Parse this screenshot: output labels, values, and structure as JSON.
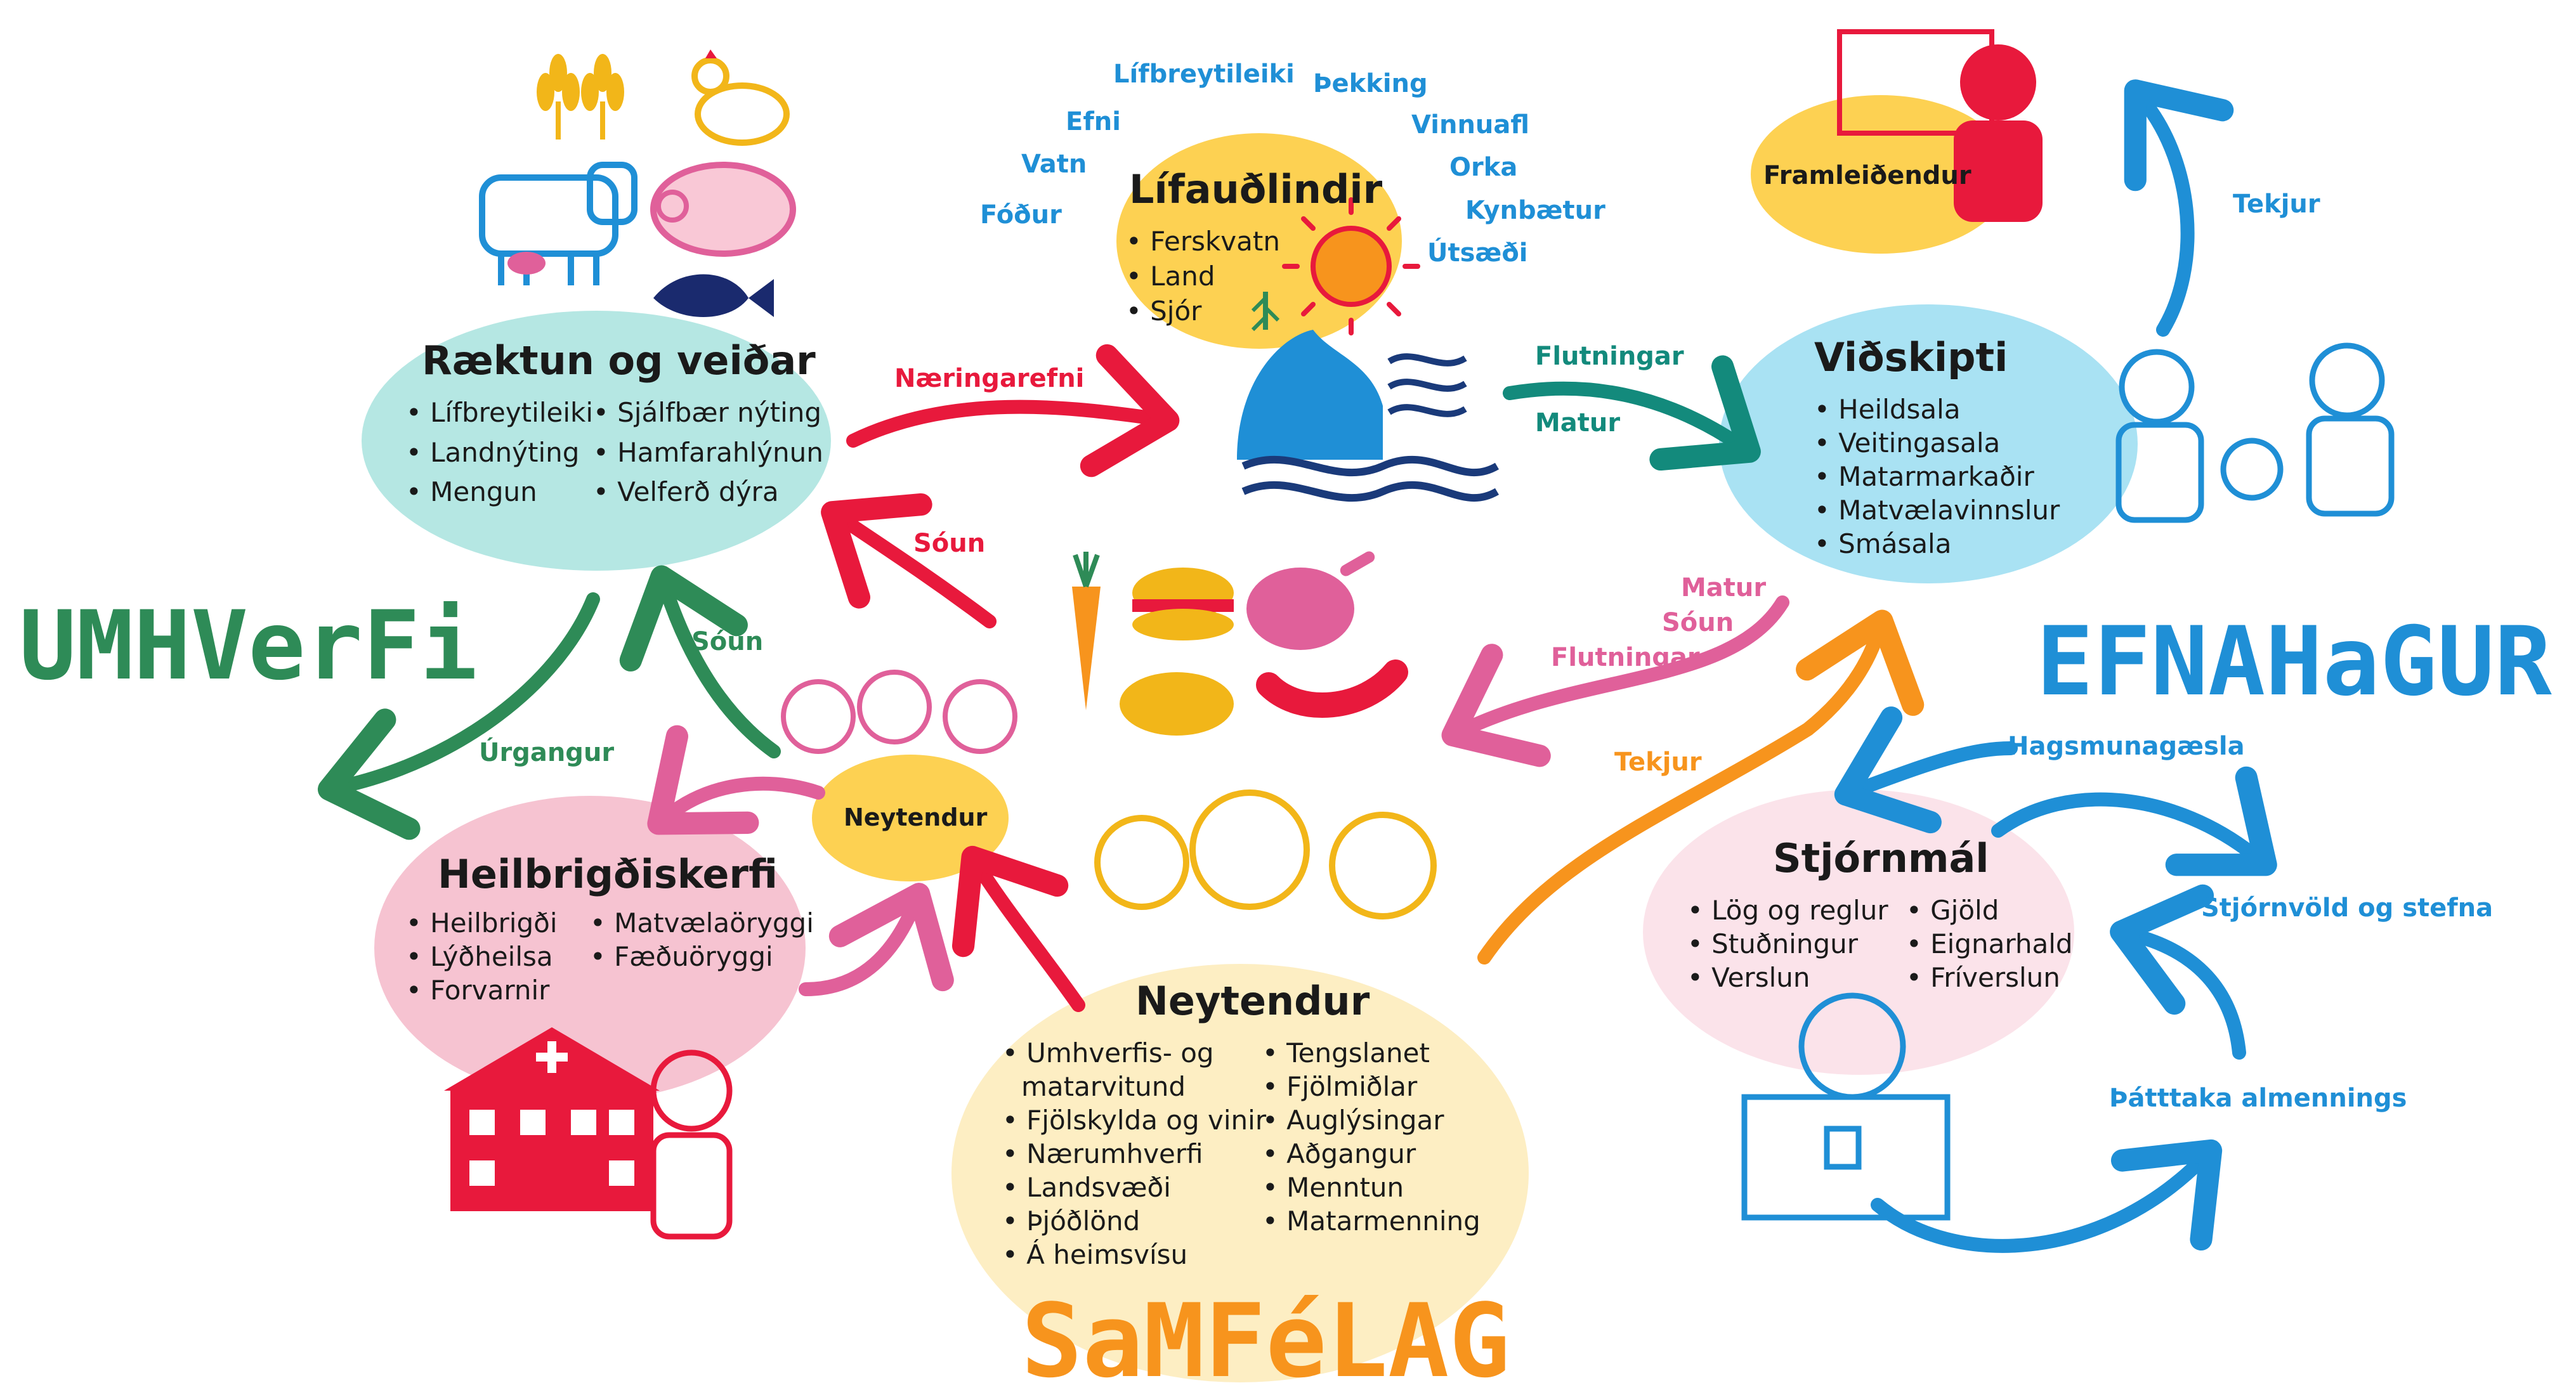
{
  "nodes": {
    "lifaudlindir": {
      "title": "Lífauðlindir",
      "items": [
        "• Ferskvatn",
        "• Land",
        "• Sjór"
      ],
      "inputs": [
        "Lífbreytileiki",
        "Þekking",
        "Efni",
        "Vinnuafl",
        "Vatn",
        "Orka",
        "Fóður",
        "Kynbætur",
        "Útsæði"
      ]
    },
    "raektun": {
      "title": "Ræktun og veiðar",
      "items_left": [
        "• Lífbreytileiki",
        "• Landnýting",
        "• Mengun"
      ],
      "items_right": [
        "• Sjálfbær nýting",
        "• Hamfarahlýnun",
        "• Velferð dýra"
      ]
    },
    "vidskipti": {
      "title": "Viðskipti",
      "items": [
        "• Heildsala",
        "• Veitingasala",
        "• Matarmarkaðir",
        "• Matvælavinnslur",
        "• Smásala"
      ]
    },
    "framleidendur": {
      "title": "Framleiðendur"
    },
    "heilbrigdiskerfi": {
      "title": "Heilbrigðiskerfi",
      "items_left": [
        "• Heilbrigði",
        "• Lýðheilsa",
        "• Forvarnir"
      ],
      "items_right": [
        "• Matvælaöryggi",
        "• Fæðuöryggi"
      ]
    },
    "neytendur_small": {
      "title": "Neytendur"
    },
    "neytendur": {
      "title": "Neytendur",
      "items_left": [
        "• Umhverfis- og",
        "matarvitund",
        "• Fjölskylda og vinir",
        "• Nærumhverfi",
        "• Landsvæði",
        "• Þjóðlönd",
        "• Á heimsvísu"
      ],
      "items_right": [
        "• Tengslanet",
        "• Fjölmiðlar",
        "• Auglýsingar",
        "• Aðgangur",
        "• Menntun",
        "• Matarmenning"
      ]
    },
    "stjornmal": {
      "title": "Stjórnmál",
      "items_left": [
        "• Lög og reglur",
        "• Stuðningur",
        "• Verslun"
      ],
      "items_right": [
        "• Gjöld",
        "• Eignarhald",
        "• Fríverslun"
      ]
    }
  },
  "domains": {
    "umhverfi": "UMHVerFi",
    "efnahagur": "EFNAHaGUR",
    "samfelag": "SaMFéLAG"
  },
  "flows": {
    "naeringarefni": "Næringarefni",
    "flutningar_top": "Flutningar",
    "matur_top": "Matur",
    "tekjur_top": "Tekjur",
    "souun_upper": "Sóun",
    "souun_lower": "Sóun",
    "urgangur": "Úrgangur",
    "matur_mid": "Matur",
    "souun_mid": "Sóun",
    "flutningar_mid": "Flutningar",
    "tekjur_mid": "Tekjur",
    "hagsmunagaesla": "Hagsmunagæsla",
    "stjornvold": "Stjórnvöld og stefna",
    "thattaka": "Þátttaka almennings"
  },
  "colors": {
    "umhverfi_green": "#2e8b57",
    "efnahagur_blue": "#1f8fd6",
    "samfelag_orange": "#f7941d",
    "red": "#e8193c",
    "teal": "#138a7c",
    "pink": "#e0609a",
    "teal_bubble": "#b5e7e3",
    "blue_bubble": "#a9e2f3",
    "yellow_bubble": "#fdd152",
    "pink_bubble": "#f6c3d1",
    "cream_bubble": "#fdeec3",
    "lightpink_bubble": "#fbe3ea"
  }
}
